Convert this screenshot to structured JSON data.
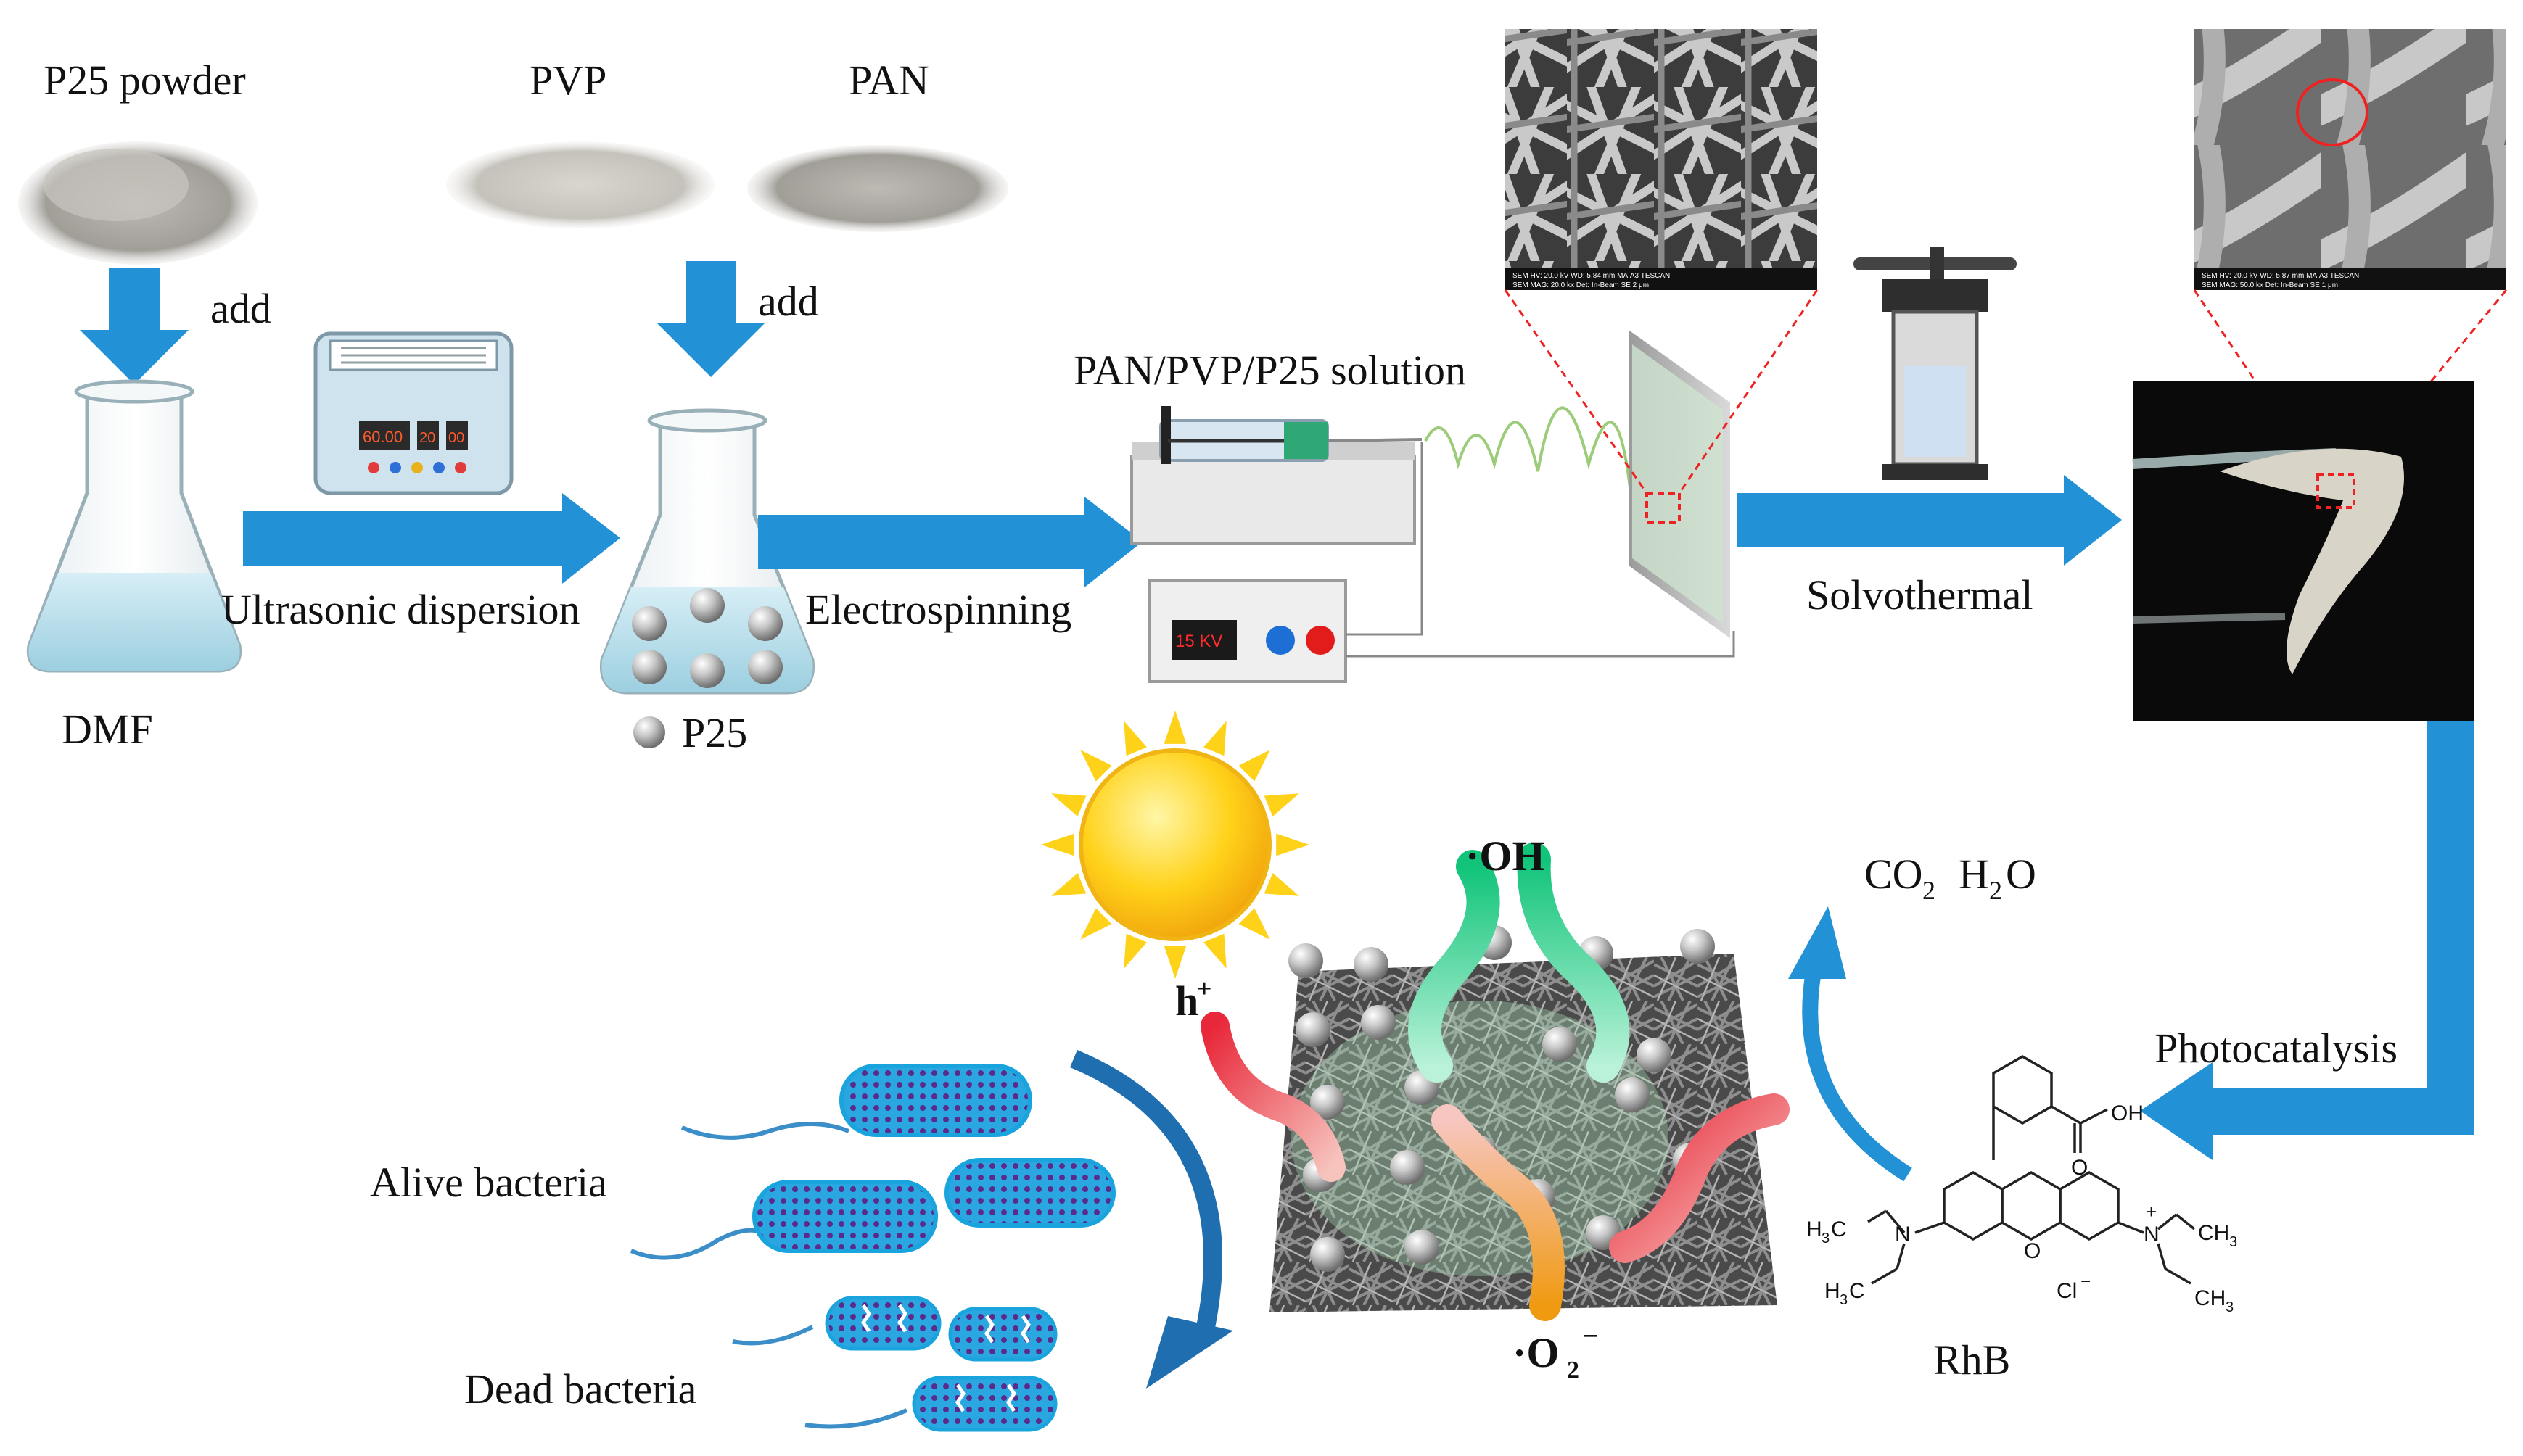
{
  "colors": {
    "arrow": "#2391d6",
    "arrow_dark": "#1a78b8",
    "liquid": "#bfe3ef",
    "sphere": "#b8b8b8",
    "oh_species": "#1fd08a",
    "h_species": "#f0564e",
    "o2_species": "#f2a020",
    "sun": "#ffd21a",
    "bacteria": "#2bb6e8"
  },
  "labels": {
    "p25_powder": "P25 powder",
    "pvp": "PVP",
    "pan": "PAN",
    "add_left": "add",
    "add_right": "add",
    "dmf": "DMF",
    "ultrasonic": "Ultrasonic dispersion",
    "electrospinning": "Electrospinning",
    "p25_legend": "P25",
    "solution": "PAN/PVP/P25 solution",
    "solvothermal": "Solvothermal",
    "photocatalysis": "Photocatalysis",
    "rhb": "RhB",
    "co2": "CO",
    "co2_sub": "2",
    "h2o_h": "H",
    "h2o_sub": "2",
    "h2o_o": "O",
    "oh_radical": "·OH",
    "h_plus": "h",
    "h_plus_sup": "+",
    "o2_radical": "·O",
    "o2_sub": "2",
    "o2_sup": "−",
    "alive_bacteria": "Alive bacteria",
    "dead_bacteria": "Dead bacteria"
  },
  "devices": {
    "ultrasonic_display": "60.00",
    "ultrasonic_display_2": "20",
    "ultrasonic_display_3": "00",
    "power_supply_display": "15 KV"
  },
  "sem_caption": {
    "left_line1": "SEM HV: 20.0 kV     WD: 5.84 mm          MAIA3 TESCAN",
    "left_line2": "SEM MAG: 20.0 kx   Det: In-Beam SE    2 μm",
    "right_line1": "SEM HV: 20.0 kV     WD: 5.87 mm          MAIA3 TESCAN",
    "right_line2": "SEM MAG: 50.0 kx   Det: In-Beam SE    1 μm"
  },
  "rhb_structure": {
    "oh": "OH",
    "o_carbonyl": "O",
    "o_ring": "O",
    "n_left": "N",
    "n_right": "N",
    "n_plus": "+",
    "cl": "Cl",
    "cl_minus": "−",
    "h3c_top": "H",
    "h3c_top_sub": "3",
    "h3c_top_c": "C",
    "h3c_bottom": "H",
    "h3c_bottom_sub": "3",
    "h3c_bottom_c": "C",
    "ch3_top": "CH",
    "ch3_top_sub": "3",
    "ch3_bottom": "CH",
    "ch3_bottom_sub": "3"
  }
}
